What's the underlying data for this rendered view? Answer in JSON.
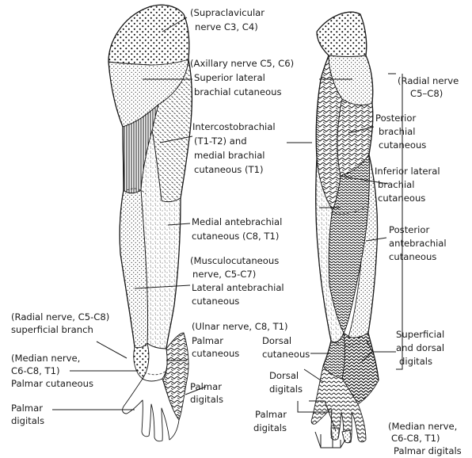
{
  "labels": {
    "supraclavicular_1": "(Supraclavicular",
    "supraclavicular_2": "nerve C3, C4)",
    "axillary_1": "(Axillary nerve C5, C6)",
    "axillary_2": "Superior lateral",
    "axillary_3": "brachial cutaneous",
    "intercosto_1": "Intercostobrachial",
    "intercosto_2": "(T1-T2) and",
    "intercosto_3": "medial brachial",
    "intercosto_4": "cutaneous (T1)",
    "medial_ante_1": "Medial antebrachial",
    "medial_ante_2": "cutaneous (C8, T1)",
    "musculo_1": "(Musculocutaneous",
    "musculo_2": "nerve, C5-C7)",
    "musculo_3": "Lateral antebrachial",
    "musculo_4": "cutaneous",
    "radial_sup_1": "(Radial nerve, C5-C8)",
    "radial_sup_2": "superficial branch",
    "median_left_1": "(Median nerve,",
    "median_left_2": "C6-C8, T1)",
    "median_left_3": "Palmar cutaneous",
    "palmar_dig_left_1": "Palmar",
    "palmar_dig_left_2": "digitals",
    "ulnar_1": "(Ulnar nerve, C8, T1)",
    "ulnar_2": "Palmar",
    "ulnar_3": "cutaneous",
    "ulnar_palmar_dig_1": "Palmar",
    "ulnar_palmar_dig_2": "digitals",
    "radial_nerve_1": "(Radial nerve",
    "radial_nerve_2": "C5–C8)",
    "post_brach_1": "Posterior",
    "post_brach_2": "brachial",
    "post_brach_3": "cutaneous",
    "inf_lat_1": "Inferior lateral",
    "inf_lat_2": "brachial",
    "inf_lat_3": "cutaneous",
    "post_ante_1": "Posterior",
    "post_ante_2": "antebrachial",
    "post_ante_3": "cutaneous",
    "dorsal_cut_1": "Dorsal",
    "dorsal_cut_2": "cutaneous",
    "sup_dorsal_1": "Superficial",
    "sup_dorsal_2": "and dorsal",
    "sup_dorsal_3": "digitals",
    "dorsal_dig_1": "Dorsal",
    "dorsal_dig_2": "digitals",
    "palmar_dig_right_1": "Palmar",
    "palmar_dig_right_2": "digitals",
    "median_right_1": "(Median nerve,",
    "median_right_2": "C6-C8, T1)",
    "median_right_3": "Palmar digitals"
  }
}
